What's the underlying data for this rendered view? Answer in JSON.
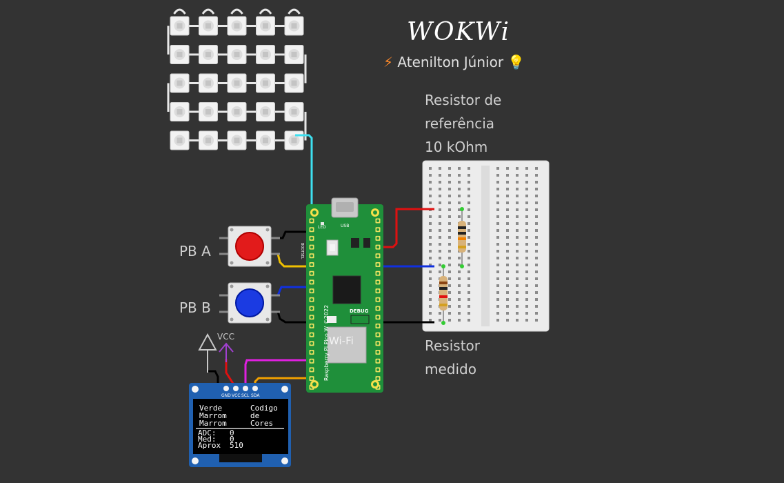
{
  "header": {
    "brand": "WOKWi",
    "author": "Atenilton Júnior",
    "author_icons": [
      "lightning-icon",
      "lightbulb-icon"
    ]
  },
  "annotations": {
    "reference_resistor": [
      "Resistor de",
      "referência",
      "10 kOhm"
    ],
    "measured_resistor": [
      "Resistor",
      "medido"
    ]
  },
  "buttons": {
    "pb_a": {
      "label": "PB A",
      "color": "#e21b1b"
    },
    "pb_b": {
      "label": "PB B",
      "color": "#1b3be2"
    }
  },
  "power": {
    "vcc_label": "VCC"
  },
  "pico": {
    "board_name": "Raspberry Pi Pico W ©2022",
    "wifi_label": "Wi-Fi",
    "debug_label": "DEBUG",
    "bootsel_label": "BOOTSEL",
    "led_label": "LED",
    "usb_label": "USB"
  },
  "oled": {
    "pins": [
      "GND",
      "VCC",
      "SCL",
      "SDA"
    ],
    "col1": [
      "Verde",
      "Marrom",
      "Marrom"
    ],
    "col2": [
      "Codigo",
      "de",
      "Cores"
    ],
    "readings": [
      {
        "label": "ADC:",
        "value": "0"
      },
      {
        "label": "Med:",
        "value": "0"
      },
      {
        "label": "Aprox",
        "value": "510"
      }
    ]
  },
  "led_matrix": {
    "rows": 5,
    "cols": 5
  },
  "colors": {
    "background": "#333333",
    "pico_green": "#1f8f3a",
    "breadboard": "#ececec",
    "oled_blue": "#2060b0",
    "wire_cyan": "#3ee0f0",
    "wire_red": "#e01010",
    "wire_blue": "#1030e0",
    "wire_black": "#000000",
    "wire_yellow": "#f0c000",
    "wire_magenta": "#e020e0",
    "wire_orange": "#f0a000"
  }
}
